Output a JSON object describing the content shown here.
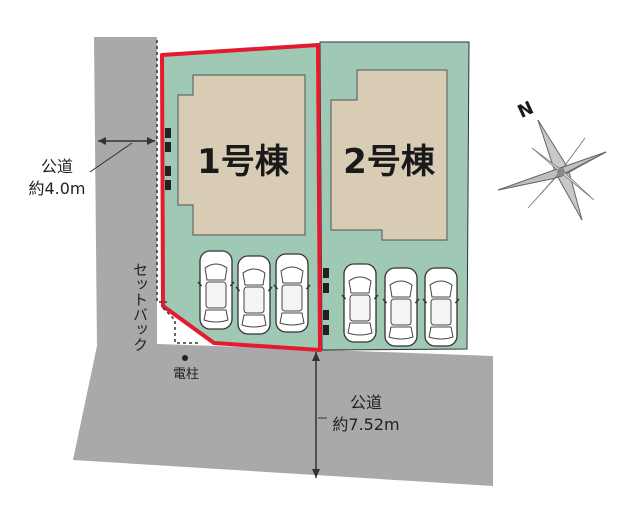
{
  "plots": [
    {
      "label": "1号棟",
      "highlighted": true
    },
    {
      "label": "2号棟",
      "highlighted": false
    }
  ],
  "roads": {
    "west": {
      "name": "公道",
      "width": "約4.0m"
    },
    "south": {
      "name": "公道",
      "width": "約7.52m"
    }
  },
  "setback_label": "セットバック",
  "pole_label": "電柱",
  "compass_label": "N",
  "colors": {
    "road": "#a9a9ab",
    "lot": "#9fc8b5",
    "building": "#d8ccb4",
    "highlight": "#e31b2e",
    "outline": "#333333"
  }
}
